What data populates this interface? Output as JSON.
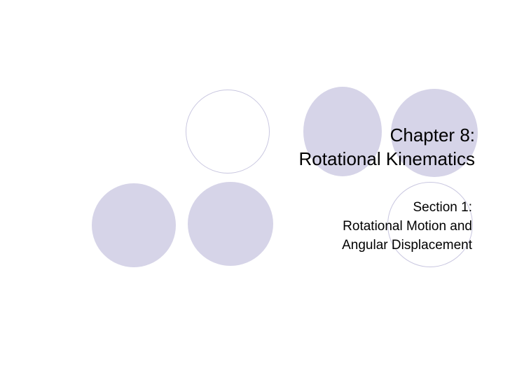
{
  "slide": {
    "background_color": "#ffffff",
    "text_color": "#000000",
    "title": {
      "lines": [
        "Chapter 8:",
        "Rotational Kinematics"
      ]
    },
    "subtitle": {
      "lines": [
        "Section 1:",
        "Rotational Motion and",
        "Angular Displacement"
      ]
    },
    "decorations": {
      "fill_color": "#d6d4e8",
      "outline_color": "#c9c7e0",
      "circles": [
        {
          "name": "outline-top",
          "style": "outlined"
        },
        {
          "name": "fill-top-left",
          "style": "filled"
        },
        {
          "name": "fill-top-right",
          "style": "filled"
        },
        {
          "name": "fill-bottom-left",
          "style": "filled"
        },
        {
          "name": "fill-bottom-middle",
          "style": "filled"
        },
        {
          "name": "outline-bottom",
          "style": "outlined"
        }
      ]
    }
  }
}
